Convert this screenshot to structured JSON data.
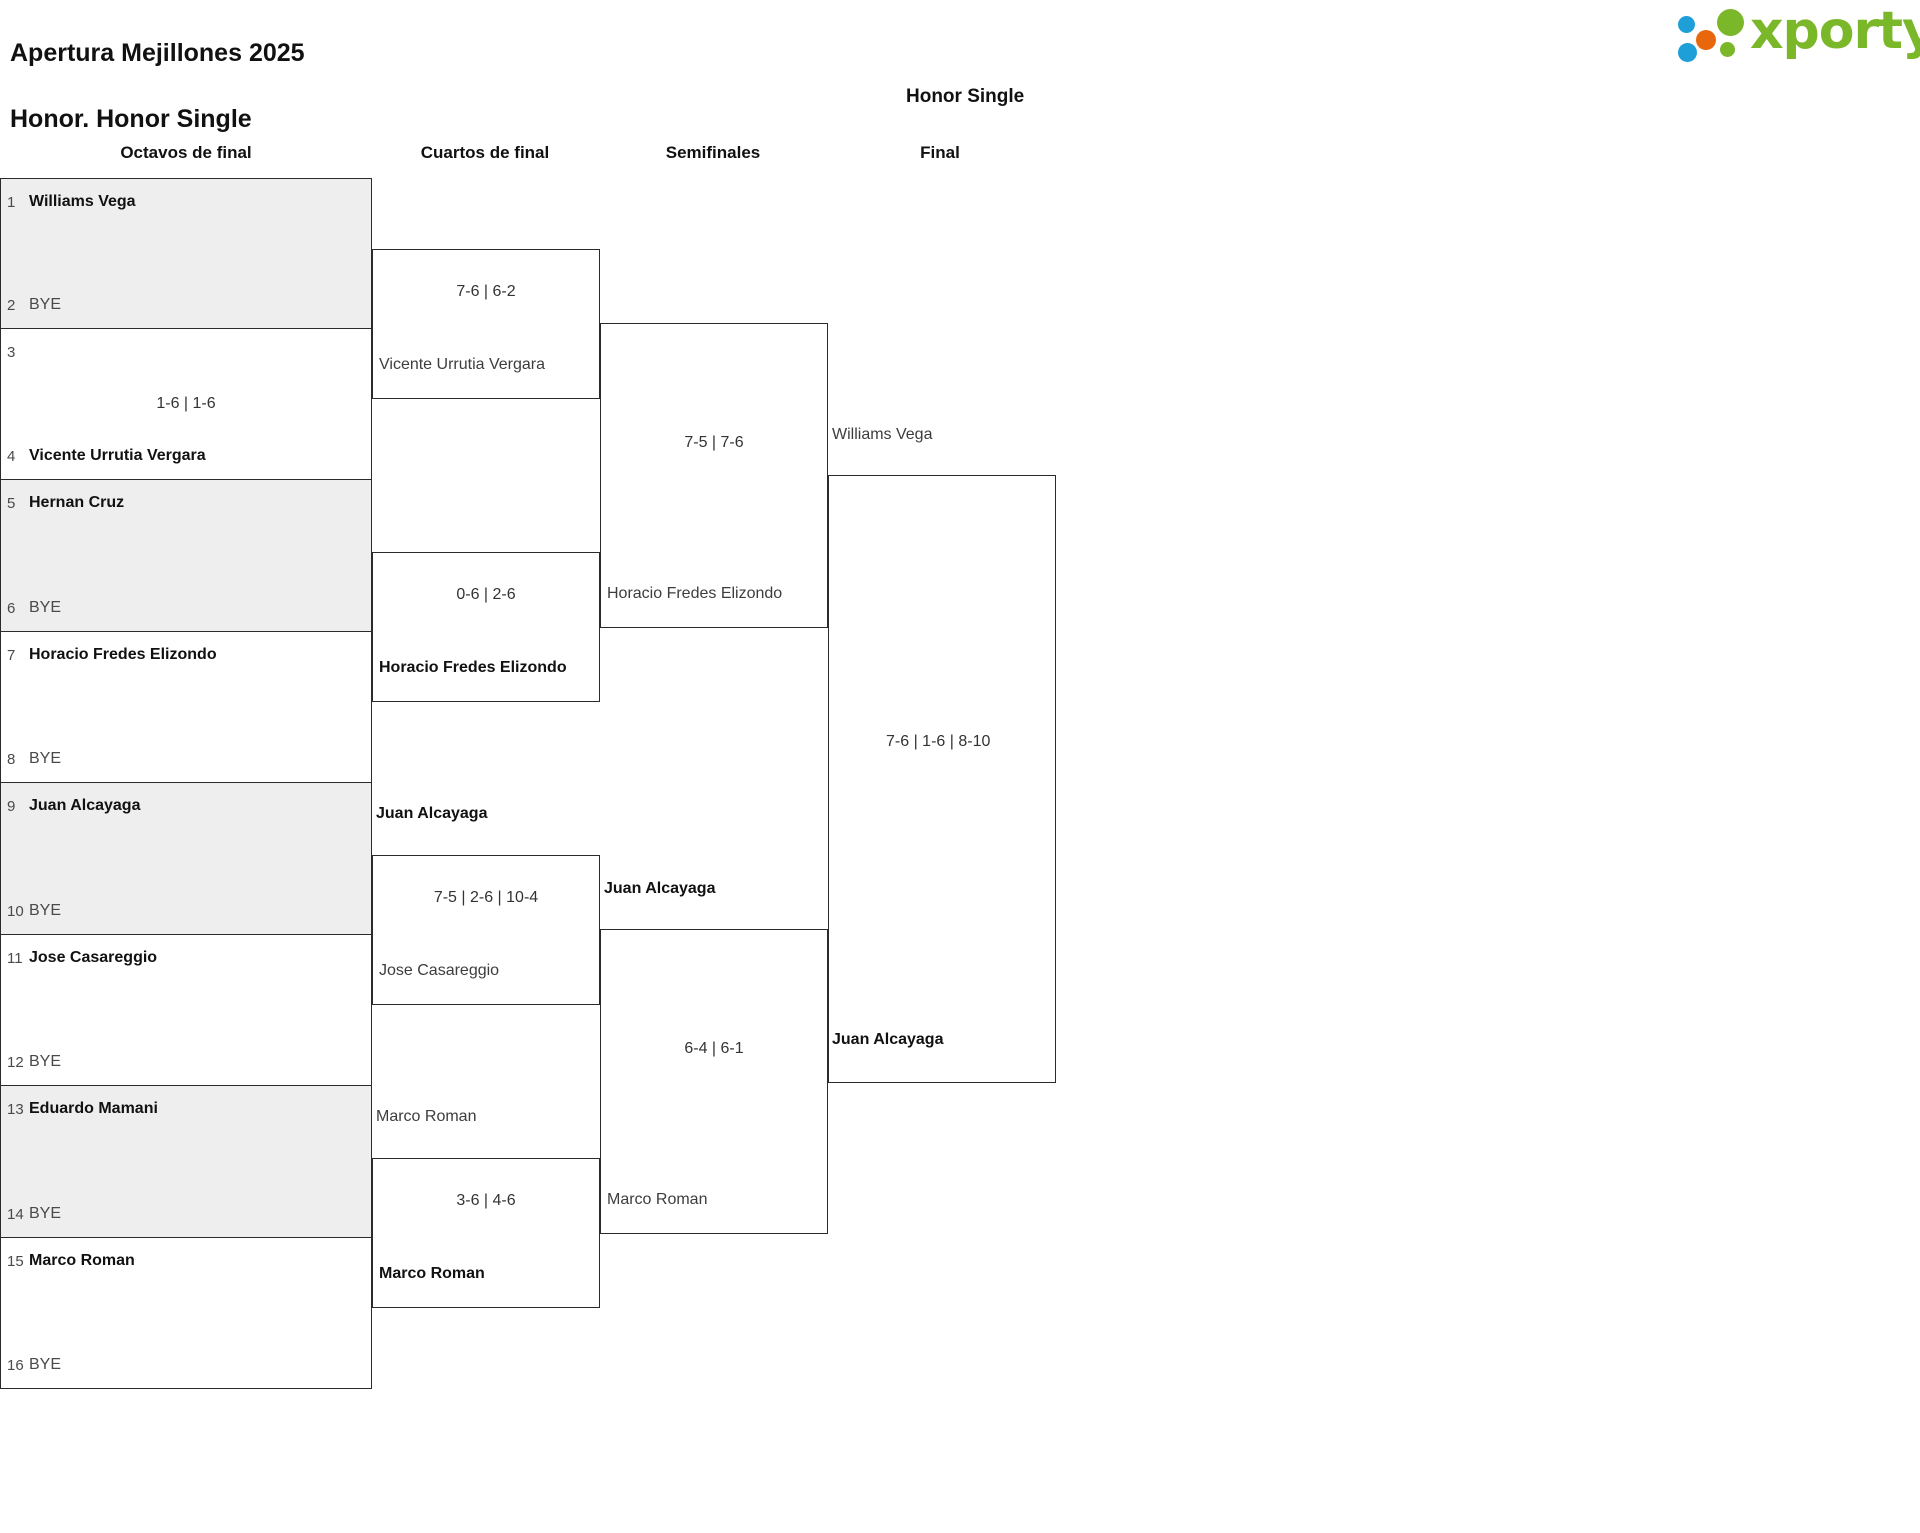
{
  "header": {
    "tournament": "Apertura Mejillones 2025",
    "category": "Honor. Honor Single"
  },
  "brand": {
    "name": "xporty",
    "colors": {
      "green": "#7ab829",
      "blue": "#1f9fd8",
      "orange": "#e8670c"
    }
  },
  "bracket": {
    "caption": "Honor Single",
    "rounds": [
      {
        "label": "Octavos de final"
      },
      {
        "label": "Cuartos de final"
      },
      {
        "label": "Semifinales"
      },
      {
        "label": "Final"
      }
    ],
    "round1": [
      {
        "seed": "1",
        "name": "Williams Vega",
        "bye": false,
        "shaded": true
      },
      {
        "seed": "2",
        "name": "BYE",
        "bye": true,
        "shaded": true
      },
      {
        "seed": "3",
        "name": "",
        "bye": false,
        "shaded": false
      },
      {
        "seed": "4",
        "name": "Vicente Urrutia Vergara",
        "bye": false,
        "shaded": false
      },
      {
        "seed": "5",
        "name": "Hernan Cruz",
        "bye": false,
        "shaded": true
      },
      {
        "seed": "6",
        "name": "BYE",
        "bye": true,
        "shaded": true
      },
      {
        "seed": "7",
        "name": "Horacio Fredes Elizondo",
        "bye": false,
        "shaded": false
      },
      {
        "seed": "8",
        "name": "BYE",
        "bye": true,
        "shaded": false
      },
      {
        "seed": "9",
        "name": "Juan Alcayaga",
        "bye": false,
        "shaded": true
      },
      {
        "seed": "10",
        "name": "BYE",
        "bye": true,
        "shaded": true
      },
      {
        "seed": "11",
        "name": "Jose Casareggio",
        "bye": false,
        "shaded": false
      },
      {
        "seed": "12",
        "name": "BYE",
        "bye": true,
        "shaded": false
      },
      {
        "seed": "13",
        "name": "Eduardo Mamani",
        "bye": false,
        "shaded": true
      },
      {
        "seed": "14",
        "name": "BYE",
        "bye": true,
        "shaded": true
      },
      {
        "seed": "15",
        "name": "Marco Roman",
        "bye": false,
        "shaded": false
      },
      {
        "seed": "16",
        "name": "BYE",
        "bye": true,
        "shaded": false
      }
    ],
    "round1_scores": [
      {
        "score": ""
      },
      {
        "score": "1-6 | 1-6"
      },
      {
        "score": ""
      },
      {
        "score": ""
      },
      {
        "score": ""
      },
      {
        "score": ""
      },
      {
        "score": ""
      },
      {
        "score": ""
      }
    ],
    "quarterfinals": [
      {
        "score": "7-6 | 6-2",
        "entrant": "Vicente Urrutia Vergara",
        "advancing": "Williams Vega"
      },
      {
        "score": "0-6 | 2-6",
        "entrant": "Horacio Fredes Elizondo",
        "advancing": "Horacio Fredes Elizondo"
      },
      {
        "score": "7-5 | 2-6 | 10-4",
        "entrant": "Jose Casareggio",
        "advancing": "Juan Alcayaga"
      },
      {
        "score": "3-6 | 4-6",
        "entrant": "Marco Roman",
        "advancing": "Marco Roman"
      }
    ],
    "semifinals": [
      {
        "score": "7-5 | 7-6",
        "entrant": "Horacio Fredes Elizondo",
        "advancing": "Williams Vega"
      },
      {
        "score": "6-4 | 6-1",
        "entrant": "Marco Roman",
        "advancing": "Juan Alcayaga"
      }
    ],
    "final": {
      "score": "7-6 | 1-6 | 8-10",
      "top_entrant": "Williams Vega",
      "bottom_entrant": "Juan Alcayaga",
      "champion": "Juan Alcayaga"
    }
  }
}
